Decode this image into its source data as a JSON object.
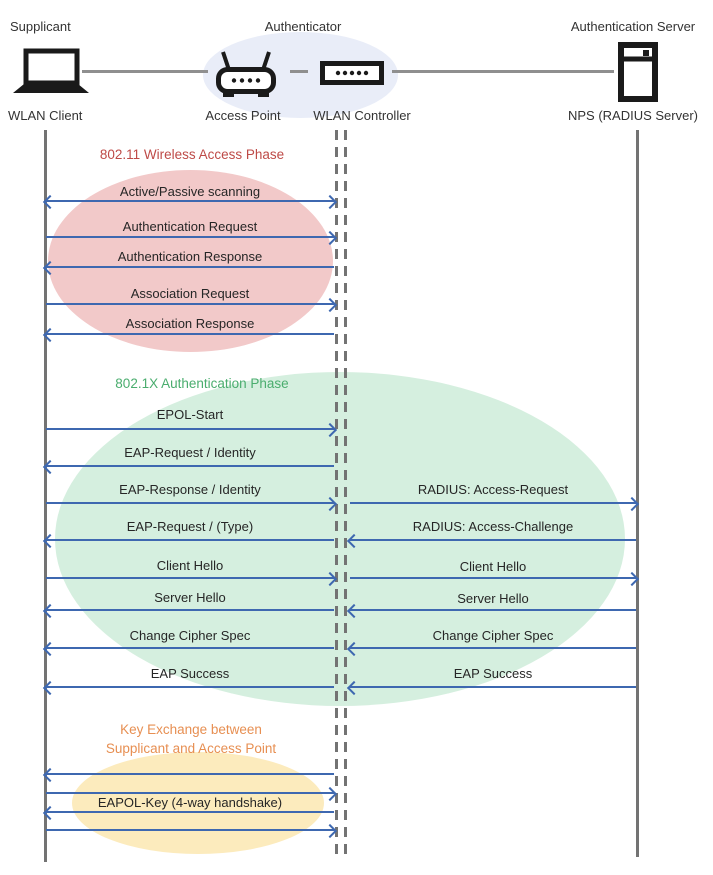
{
  "header": {
    "roles": [
      {
        "label": "Supplicant"
      },
      {
        "label": "Authenticator"
      },
      {
        "label": "Authentication Server"
      }
    ],
    "nodes": [
      {
        "label": "WLAN Client",
        "icon": "laptop-icon"
      },
      {
        "label": "Access Point",
        "icon": "access-point-icon"
      },
      {
        "label": "WLAN Controller",
        "icon": "wlan-controller-icon"
      },
      {
        "label": "NPS (RADIUS Server)",
        "icon": "server-icon"
      }
    ]
  },
  "phases": {
    "wireless": {
      "title": "802.11 Wireless Access Phase",
      "color": "#BE4A47",
      "fill": "#F2C9C9"
    },
    "auth": {
      "title": "802.1X Authentication Phase",
      "color": "#4AAD6E",
      "fill": "#D5EFDF"
    },
    "key_exchange": {
      "title_line1": "Key Exchange between",
      "title_line2": "Supplicant and Access Point",
      "color": "#E78F52",
      "fill": "#FCEBBD"
    }
  },
  "sequence": {
    "client_ap": [
      {
        "label": "Active/Passive scanning",
        "direction": "both"
      },
      {
        "label": "Authentication Request",
        "direction": "right"
      },
      {
        "label": "Authentication Response",
        "direction": "left"
      },
      {
        "label": "Association Request",
        "direction": "right"
      },
      {
        "label": "Association Response",
        "direction": "left"
      },
      {
        "label": "EPOL-Start",
        "direction": "right"
      },
      {
        "label": "EAP-Request / Identity",
        "direction": "left"
      },
      {
        "label": "EAP-Response / Identity",
        "direction": "right"
      },
      {
        "label": "EAP-Request / (Type)",
        "direction": "left"
      },
      {
        "label": "Client Hello",
        "direction": "right"
      },
      {
        "label": "Server Hello",
        "direction": "left"
      },
      {
        "label": "Change Cipher Spec",
        "direction": "left"
      },
      {
        "label": "EAP Success",
        "direction": "left"
      },
      {
        "label": "",
        "direction": "left"
      },
      {
        "label": "",
        "direction": "right"
      },
      {
        "label": "EAPOL-Key (4-way handshake)",
        "direction": "left"
      },
      {
        "label": "",
        "direction": "right"
      }
    ],
    "ap_server": [
      {
        "label": "RADIUS: Access-Request",
        "direction": "right"
      },
      {
        "label": "RADIUS: Access-Challenge",
        "direction": "left"
      },
      {
        "label": "Client Hello",
        "direction": "right"
      },
      {
        "label": "Server Hello",
        "direction": "left"
      },
      {
        "label": "Change Cipher Spec",
        "direction": "left"
      },
      {
        "label": "EAP Success",
        "direction": "left"
      }
    ]
  },
  "colors": {
    "arrow": "#3E68B0",
    "lifeline": "#737373",
    "authenticator_bg": "#E9EDF8"
  }
}
